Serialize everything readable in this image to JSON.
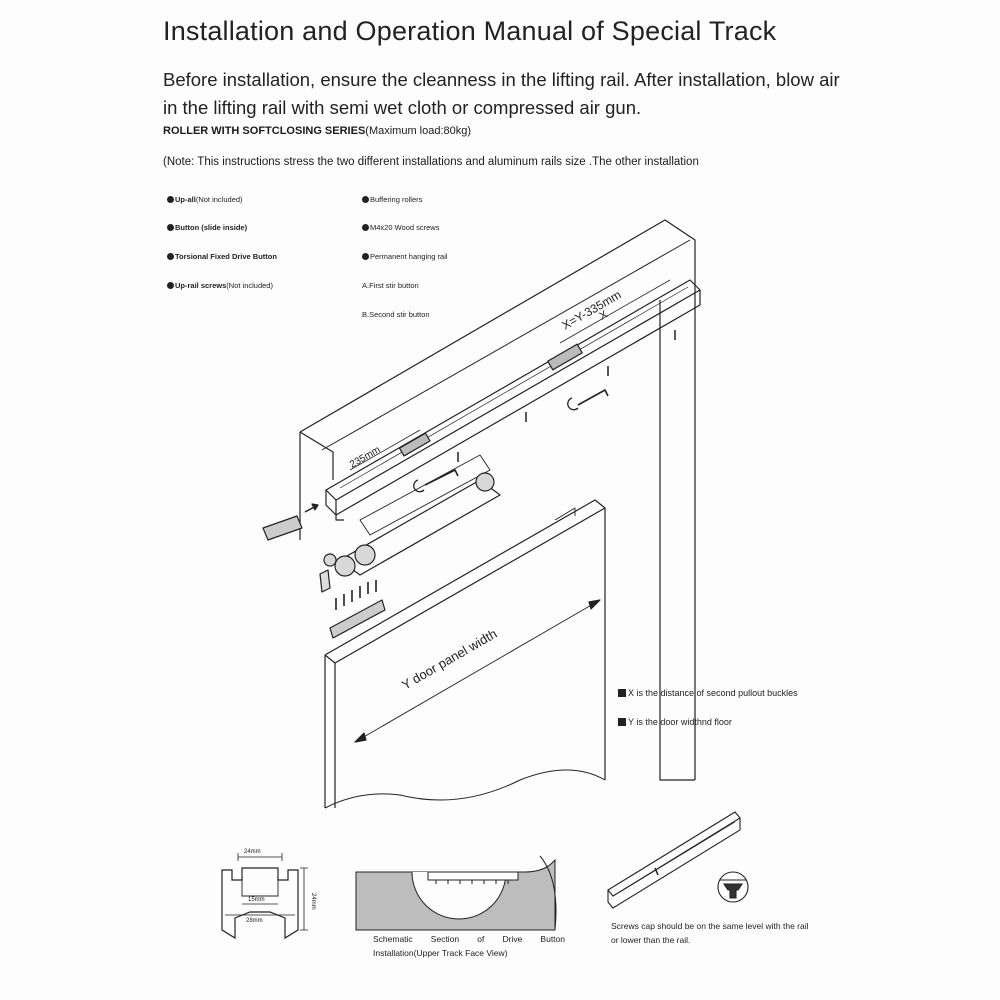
{
  "title": "Installation and Operation Manual of Special Track",
  "intro": "Before installation, ensure the cleanness in the lifting rail. After installation, blow air in the lifting rail with semi wet cloth or compressed air gun.",
  "series": {
    "name": "ROLLER WITH SOFTCLOSING SERIES",
    "load": "(Maximum load:80kg)"
  },
  "note": "(Note: This instructions stress the two different installations and aluminum rails size .The other installation",
  "legend_left": [
    {
      "label": "Up-all",
      "extra": "(Not included)"
    },
    {
      "label": "Button (slide inside)",
      "extra": ""
    },
    {
      "label": "Torsional Fixed Drive Button",
      "extra": ""
    },
    {
      "label": "Up-rail screws",
      "extra": "(Not included)"
    }
  ],
  "legend_right": [
    {
      "label": "Buffering rollers"
    },
    {
      "label": "M4x20 Wood screws"
    },
    {
      "label": "Permanent hanging rail"
    },
    {
      "label": "A.First stir button"
    },
    {
      "label": "B.Second stir button"
    }
  ],
  "diagram": {
    "dim_offset": "235mm",
    "dim_formula": "X=Y-335mm",
    "dim_x": "X",
    "door_label": "Y door panel width"
  },
  "keys": [
    "X is the distance of second pullout buckles",
    "Y is the door widthnd floor"
  ],
  "profile": {
    "top": "24mm",
    "inner": "15mm",
    "bottom": "28mm",
    "height": "24mm"
  },
  "captions": {
    "schematic": "Schematic Section of Drive Button Installation(Upper Track Face View)",
    "screws": "Screws cap should be on the same level with the rail or lower than the rail."
  }
}
